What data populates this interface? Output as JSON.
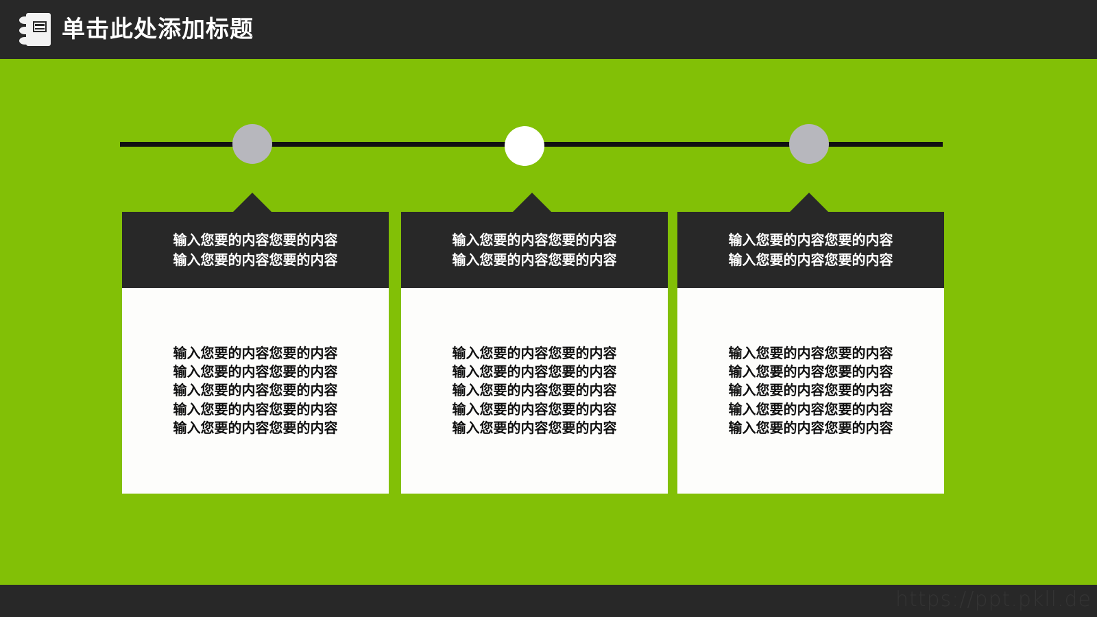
{
  "slide": {
    "background_color": "#82c006",
    "accent_dark": "#282828",
    "node_gray": "#b7b7bd",
    "node_white": "#ffffff"
  },
  "header": {
    "icon": "notebook-icon",
    "title": "单击此处添加标题"
  },
  "footer": {
    "watermark": "https://ppt.pkll.de"
  },
  "timeline": {
    "nodes": [
      {
        "style": "gray"
      },
      {
        "style": "white"
      },
      {
        "style": "gray"
      }
    ]
  },
  "cards": [
    {
      "header_lines": [
        "输入您要的内容您要的内容",
        "输入您要的内容您要的内容"
      ],
      "body_lines": [
        "输入您要的内容您要的内容",
        "输入您要的内容您要的内容",
        "输入您要的内容您要的内容",
        "输入您要的内容您要的内容",
        "输入您要的内容您要的内容"
      ]
    },
    {
      "header_lines": [
        "输入您要的内容您要的内容",
        "输入您要的内容您要的内容"
      ],
      "body_lines": [
        "输入您要的内容您要的内容",
        "输入您要的内容您要的内容",
        "输入您要的内容您要的内容",
        "输入您要的内容您要的内容",
        "输入您要的内容您要的内容"
      ]
    },
    {
      "header_lines": [
        "输入您要的内容您要的内容",
        "输入您要的内容您要的内容"
      ],
      "body_lines": [
        "输入您要的内容您要的内容",
        "输入您要的内容您要的内容",
        "输入您要的内容您要的内容",
        "输入您要的内容您要的内容",
        "输入您要的内容您要的内容"
      ]
    }
  ]
}
